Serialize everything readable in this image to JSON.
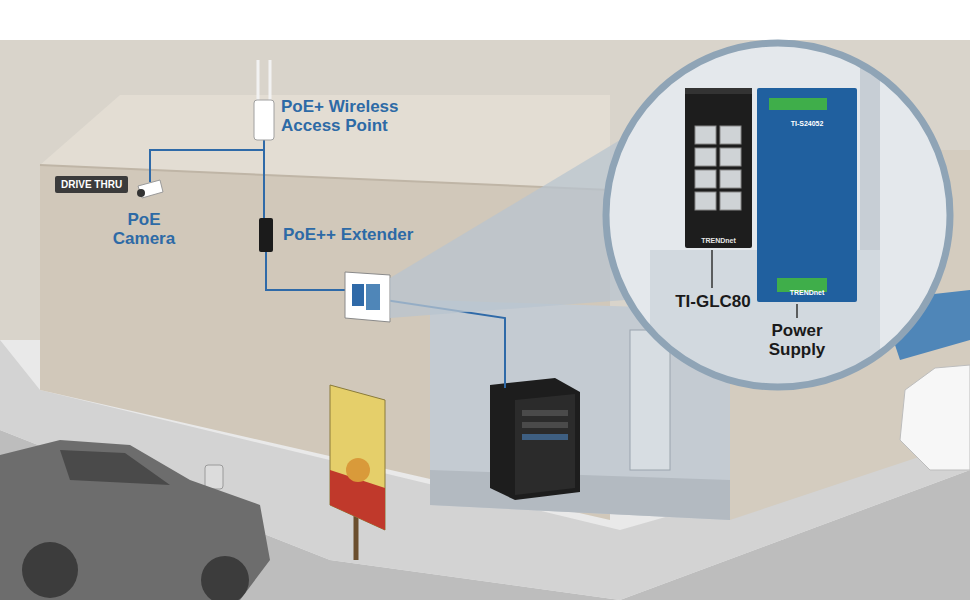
{
  "diagram": {
    "nodes": [
      {
        "text": [
          "DRIVE THRU"
        ]
      },
      {
        "text": [
          "TRENDnet"
        ]
      },
      {
        "text": [
          "TI-S24052",
          "TRENDnet"
        ]
      }
    ],
    "labels": [
      "PoE+ Wireless Access Point",
      "PoE Camera",
      "PoE++ Extender",
      "TI-GLC80",
      "Power Supply"
    ]
  }
}
